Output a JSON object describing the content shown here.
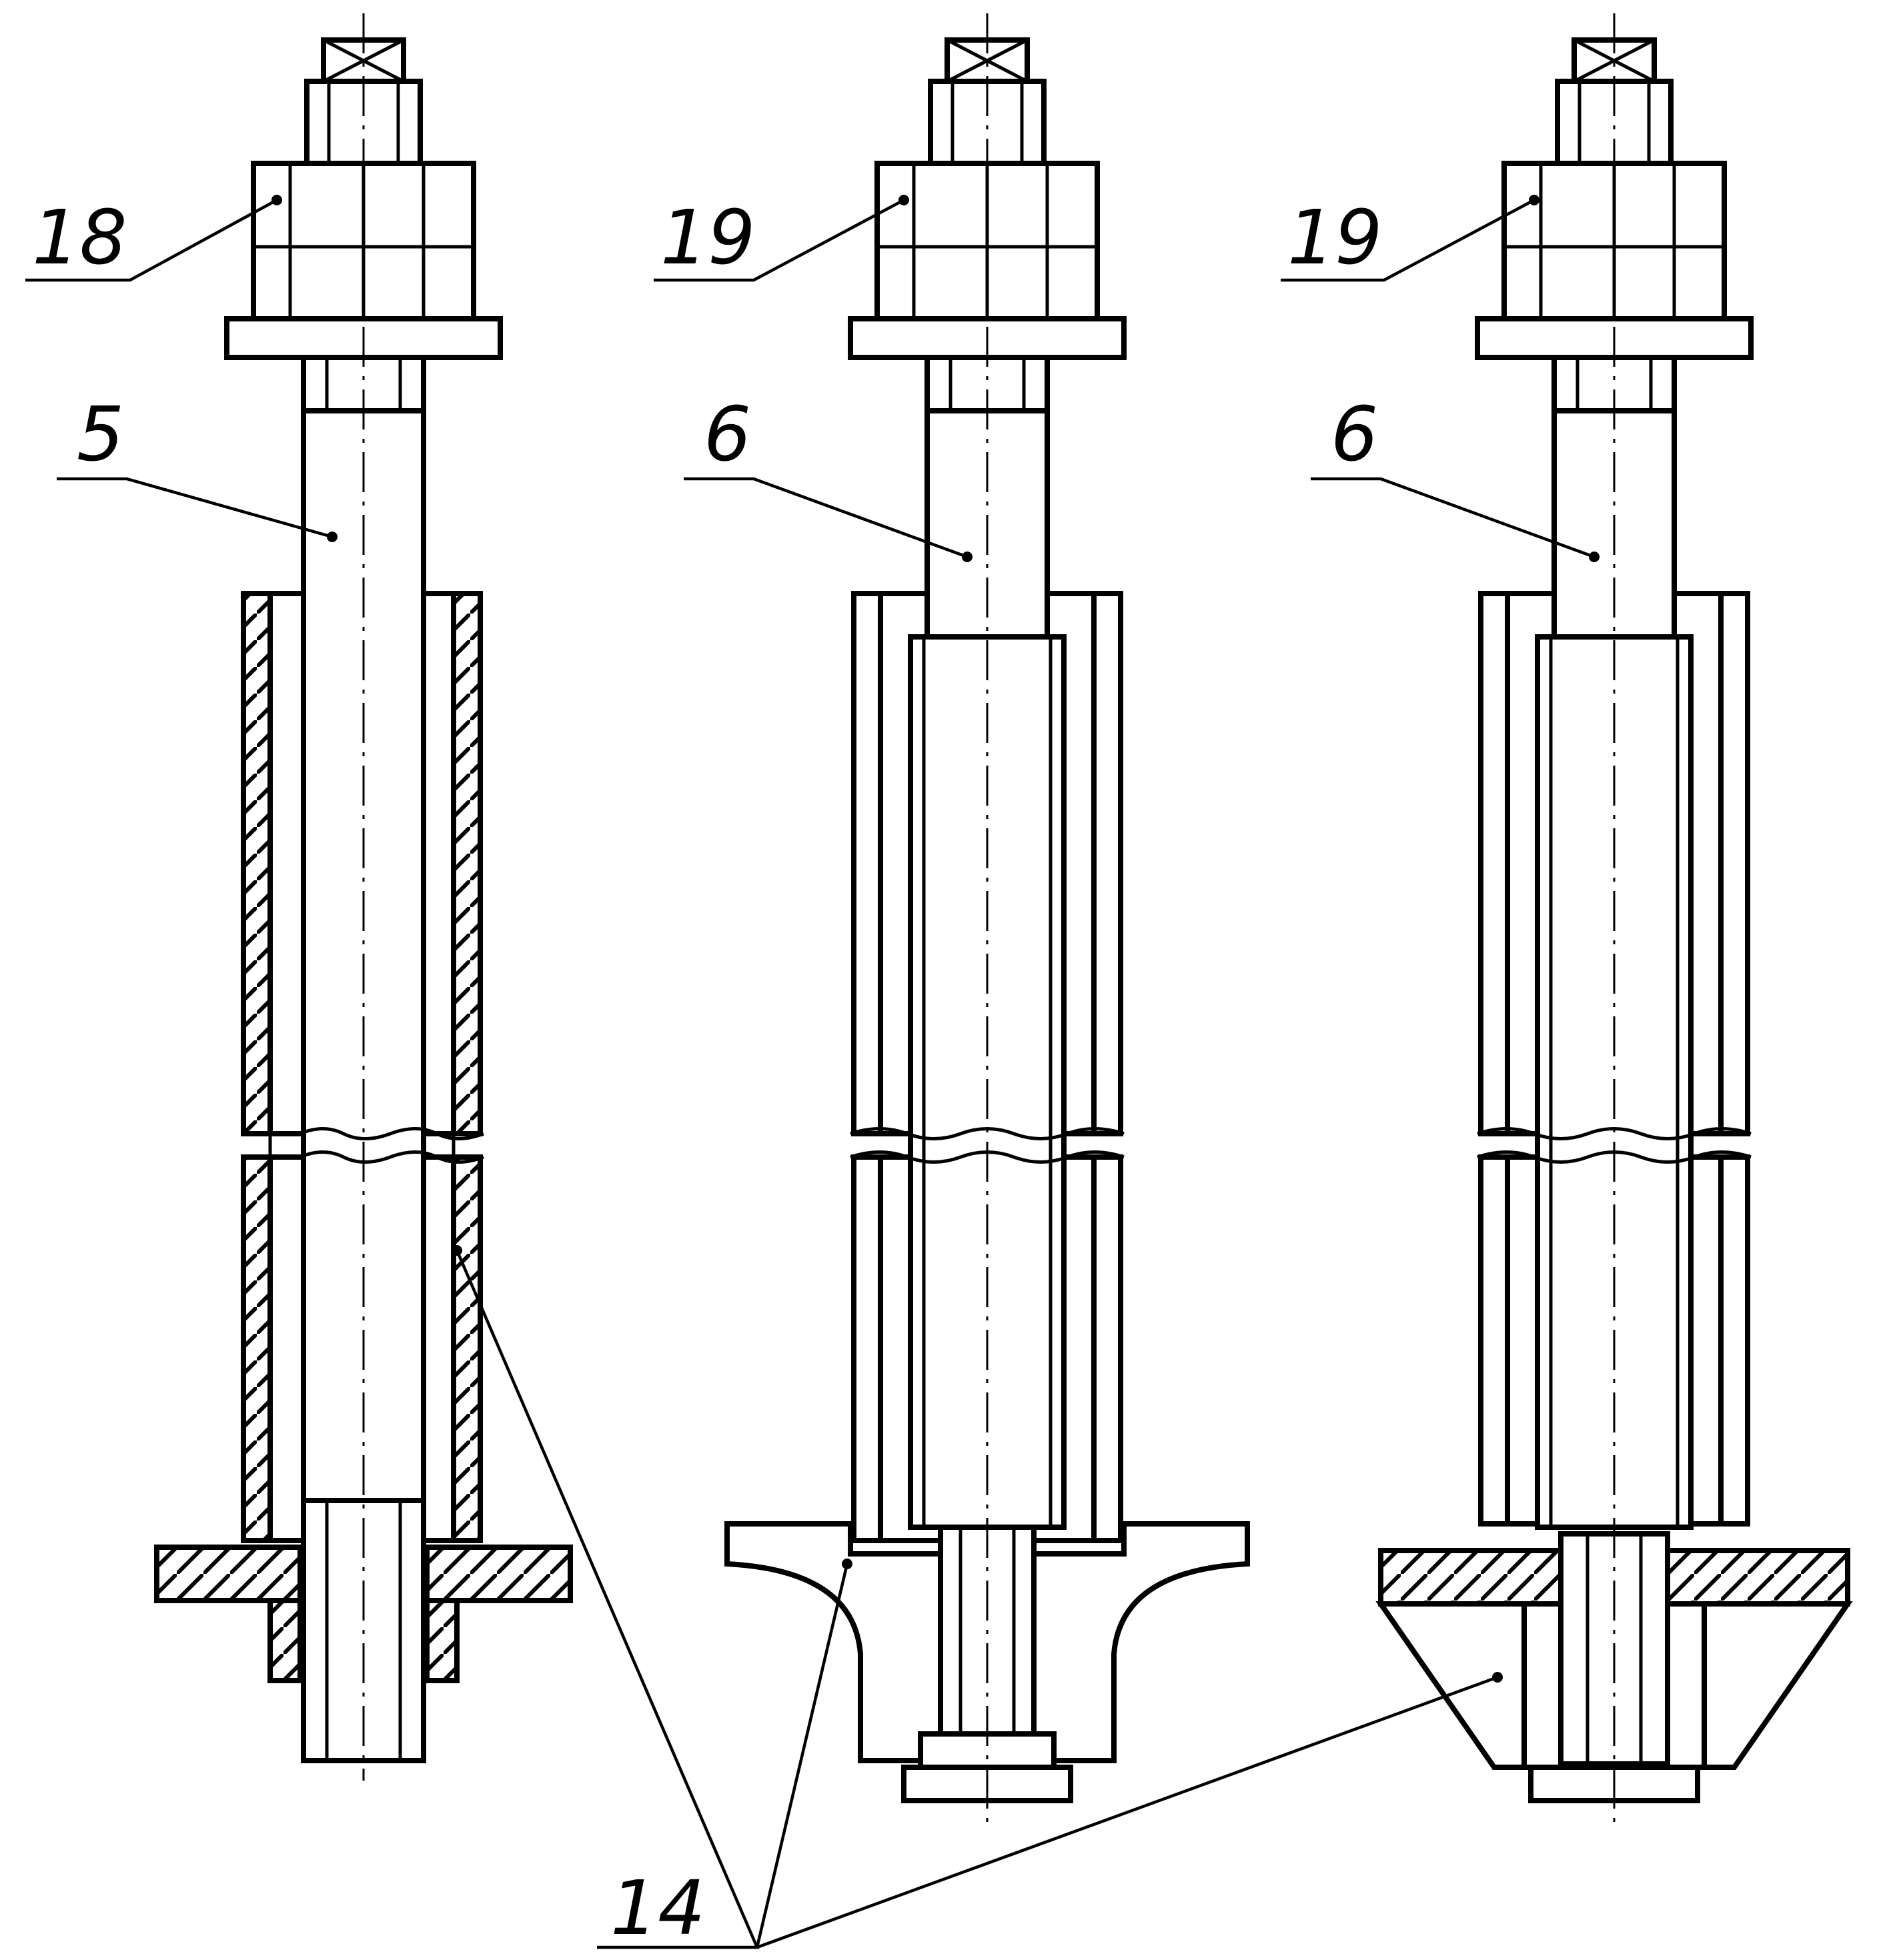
{
  "callouts": {
    "left_nut": "18",
    "middle_nut": "19",
    "right_nut": "19",
    "left_rod": "5",
    "middle_rod": "6",
    "right_rod": "6",
    "base": "14"
  },
  "colors": {
    "ink": "#000000",
    "paper": "#ffffff"
  }
}
